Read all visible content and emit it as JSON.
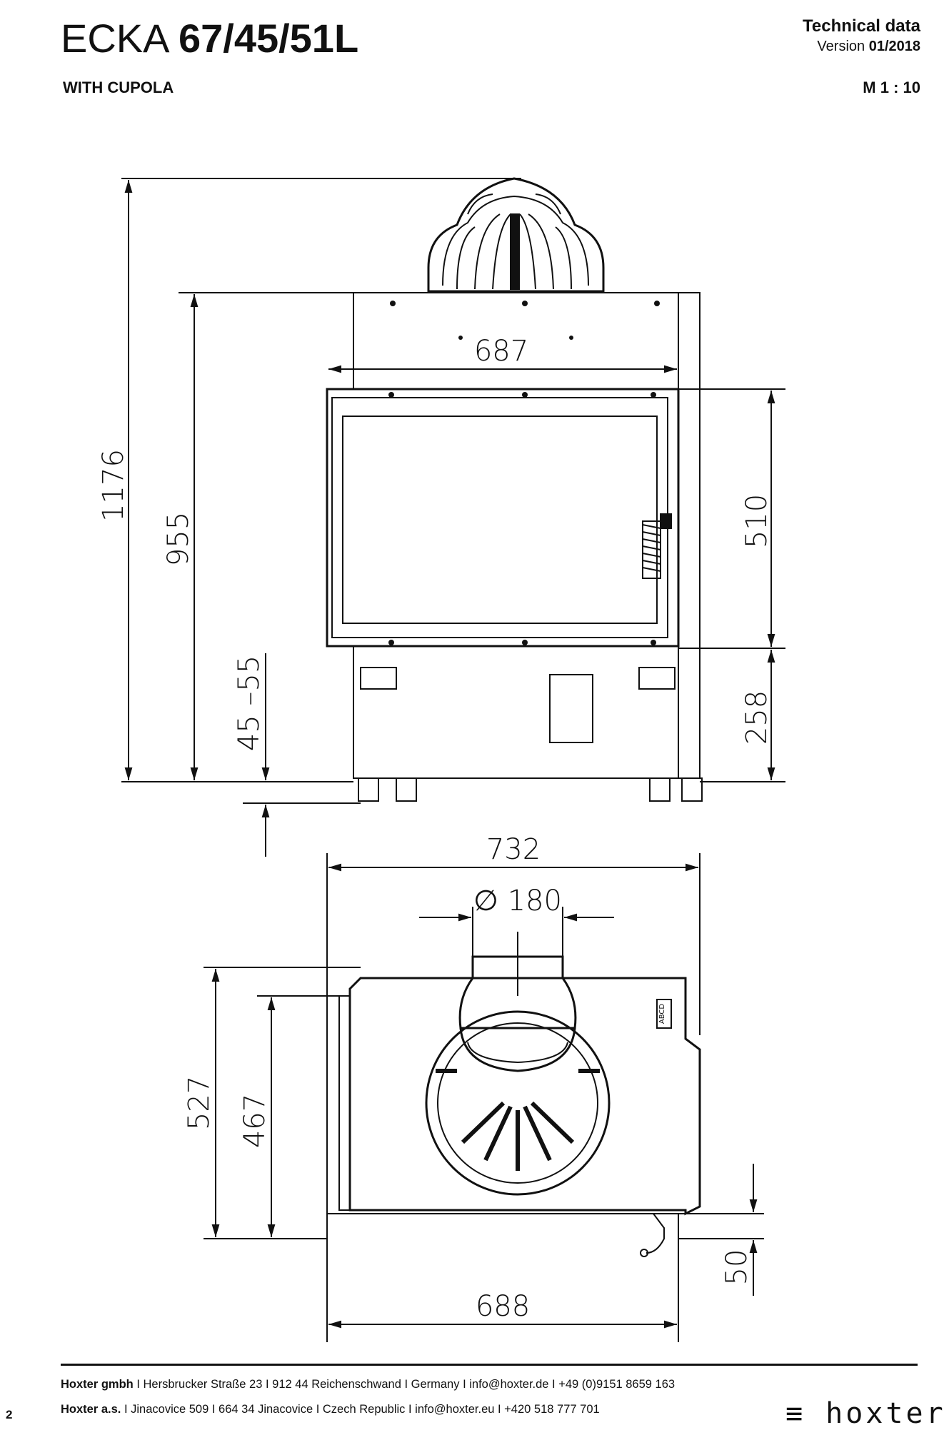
{
  "header": {
    "model_prefix": "ECKA",
    "model_number": "67/45/51L",
    "variant": "WITH CUPOLA",
    "doc_type": "Technical data",
    "version_label": "Version",
    "version_value": "01/2018",
    "scale": "M 1 : 10"
  },
  "dimensions": {
    "total_height": "1176",
    "body_height": "955",
    "feet_adjust": "45 –55",
    "door_width": "687",
    "door_height": "510",
    "base_height": "258",
    "top_width": "732",
    "flue_diameter": "∅ 180",
    "depth_total": "527",
    "depth_body": "467",
    "bottom_width": "688",
    "bottom_offset": "50",
    "label_marker": "ABCD"
  },
  "footer": {
    "company1": "Hoxter gmbh",
    "address1": " I Hersbrucker Straße 23 I 912 44 Reichenschwand I Germany I info@hoxter.de I +49 (0)9151 8659 163",
    "company2": "Hoxter a.s.",
    "address2": " I Jinacovice 509 I 664 34 Jinacovice I Czech Republic I info@hoxter.eu I +420 518 777 701",
    "page_number": "2",
    "logo_text": "≡ hoxter",
    "logo_icon": "three-bars-icon"
  }
}
